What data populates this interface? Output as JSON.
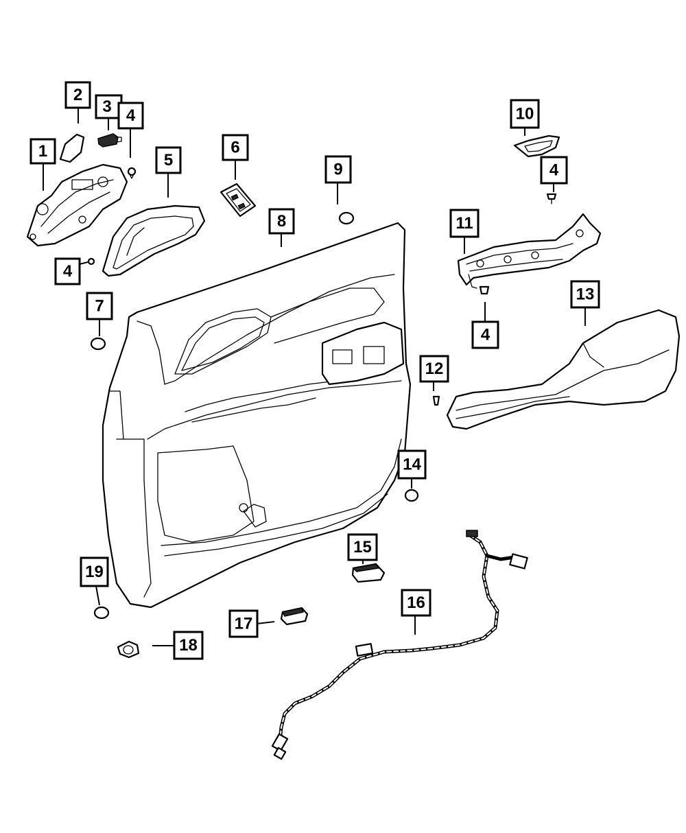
{
  "diagram": {
    "callouts": [
      {
        "id": "c1",
        "label": "1"
      },
      {
        "id": "c2",
        "label": "2"
      },
      {
        "id": "c3",
        "label": "3"
      },
      {
        "id": "c4a",
        "label": "4"
      },
      {
        "id": "c4b",
        "label": "4"
      },
      {
        "id": "c4c",
        "label": "4"
      },
      {
        "id": "c4d",
        "label": "4"
      },
      {
        "id": "c5",
        "label": "5"
      },
      {
        "id": "c6",
        "label": "6"
      },
      {
        "id": "c7",
        "label": "7"
      },
      {
        "id": "c8",
        "label": "8"
      },
      {
        "id": "c9",
        "label": "9"
      },
      {
        "id": "c10",
        "label": "10"
      },
      {
        "id": "c11",
        "label": "11"
      },
      {
        "id": "c12",
        "label": "12"
      },
      {
        "id": "c13",
        "label": "13"
      },
      {
        "id": "c14",
        "label": "14"
      },
      {
        "id": "c15",
        "label": "15"
      },
      {
        "id": "c16",
        "label": "16"
      },
      {
        "id": "c17",
        "label": "17"
      },
      {
        "id": "c18",
        "label": "18"
      },
      {
        "id": "c19",
        "label": "19"
      }
    ]
  }
}
